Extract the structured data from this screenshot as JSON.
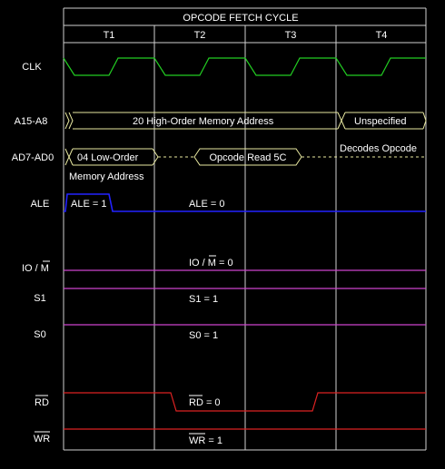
{
  "title": "OPCODE FETCH CYCLE",
  "columns": [
    "T1",
    "T2",
    "T3",
    "T4"
  ],
  "signals": {
    "clk": "CLK",
    "a15a8": "A15-A8",
    "ad7ad0": "AD7-AD0",
    "ale": "ALE",
    "iom_prefix": "IO / ",
    "iom_m": "M",
    "s1": "S1",
    "s0": "S0",
    "rd": "RD",
    "wr": "WR"
  },
  "bus": {
    "a15a8_high_order": "20  High-Order Memory Address",
    "a15a8_unspecified": "Unspecified",
    "ad7ad0_low_order_line1": "04 Low-Order",
    "ad7ad0_low_order_line2": "Memory Address",
    "ad7ad0_opcode": "Opcode Read 5C",
    "ad7ad0_decodes": "Decodes Opcode"
  },
  "annotations": {
    "ale_high": "ALE = 1",
    "ale_low": "ALE = 0",
    "iom_prefix": "IO / ",
    "iom_m": "M",
    "iom_value": " = 0",
    "s1_value": "S1 = 1",
    "s0_value": "S0 = 1",
    "rd_name": "RD",
    "rd_value": " = 0",
    "wr_name": "WR",
    "wr_value": " = 1"
  },
  "colors": {
    "clk": "#22cc22",
    "bus": "#e8e8a0",
    "ale": "#2222ff",
    "status": "#cc44cc",
    "control": "#dd2222",
    "grid": "#d0d0d0"
  }
}
